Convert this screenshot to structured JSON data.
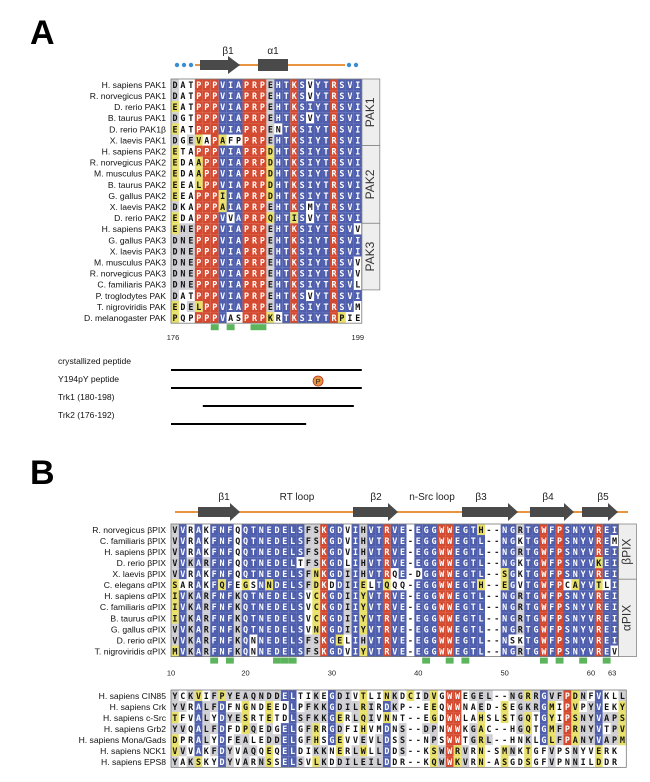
{
  "colors": {
    "blue": "#4f5fae",
    "red": "#d44a30",
    "yellow": "#e8e06a",
    "white": "#ffffff",
    "gray": "#cfcfd4",
    "green": "#5cb55c",
    "orange": "#e89440",
    "ss_dark": "#4a4a4a",
    "dots": "#3b8fd0"
  },
  "panel_a": {
    "label": "A",
    "ss": {
      "beta1": "β1",
      "alpha1": "α1"
    },
    "rows": [
      {
        "name": "H. sapiens PAK1",
        "seq": "DATPPPVIAPRPEHTKSVYTRSVI"
      },
      {
        "name": "R. norvegicus PAK1",
        "seq": "DATPPPVIAPRPEHTKSVYTRSVI"
      },
      {
        "name": "D. rerio PAK1",
        "seq": "EATPPPVIAPRPEHTKSIYTRSVI"
      },
      {
        "name": "B. taurus PAK1",
        "seq": "DGTPPPVIAPRPEHTKSVYTRSVI"
      },
      {
        "name": "D. rerio PAK1β",
        "seq": "EATPPPVIAPRPENTKSIYTRSVI"
      },
      {
        "name": "X. laevis PAK1",
        "seq": "DGEVAPAFPPRPEHTKSIYTRSVI"
      },
      {
        "name": "H. sapiens PAK2",
        "seq": "ETAPPPVIAPRPDHTKSIYTRSVI"
      },
      {
        "name": "R. norvegicus PAK2",
        "seq": "EDAAPPVIAPRPDHTKSIYTRSVI"
      },
      {
        "name": "M. musculus PAK2",
        "seq": "EDAAPPVIAPRPDHTKSIYTRSVI"
      },
      {
        "name": "B. taurus PAK2",
        "seq": "EEALPPVIAPRPDHTKSIYTRSVI"
      },
      {
        "name": "G. gallus PAK2",
        "seq": "EEAPPPIIAPRPDHTKSIYTRSVI"
      },
      {
        "name": "X. laevis PAK2",
        "seq": "DKAPPPAIAPRPEHTKSMYTRSVI"
      },
      {
        "name": "D. rerio PAK2",
        "seq": "EDAPPPVVAPRPQHTISVYTRSVI"
      },
      {
        "name": "H. sapiens PAK3",
        "seq": "ENEPPPVIAPRPEHTKSIYTRSVV"
      },
      {
        "name": "G. gallus PAK3",
        "seq": "DNEPPPVIAPRPEHTKSIYTRSVI"
      },
      {
        "name": "X. laevis PAK3",
        "seq": "DNEPPPVIAPRPEHTKSIYTRSVI"
      },
      {
        "name": "M. musculus PAK3",
        "seq": "DNEPPPVIAPRPEHTKSIYTRSVV"
      },
      {
        "name": "R. norvegicus PAK3",
        "seq": "DNEPPPVIAPRPEHTKSIYTRSVV"
      },
      {
        "name": "C. familiaris PAK3",
        "seq": "DNEPPPVIAPRPEHTKSIYTRSVL"
      },
      {
        "name": "P. troglodytes PAK",
        "seq": "DATPPPVIAPRPEHTKSVYTRSVI"
      },
      {
        "name": "T. nigroviridis PAK",
        "seq": "EDELPPVIAPRPEHTKSIYTRSVM"
      },
      {
        "name": "D. melanogaster PAK",
        "seq": "PQPPPPVASPRPKRTKSIYTRPIE"
      }
    ],
    "groups": [
      "PAK1",
      "PAK2",
      "PAK3"
    ],
    "ticks": [
      "176",
      "199"
    ],
    "peptides": [
      {
        "label": "crystallized peptide",
        "marker": ""
      },
      {
        "label": "Y194pY peptide",
        "marker": "P"
      },
      {
        "label": "Trk1 (180-198)",
        "marker": ""
      },
      {
        "label": "Trk2 (176-192)",
        "marker": ""
      }
    ]
  },
  "panel_b": {
    "label": "B",
    "ss": {
      "beta1": "β1",
      "rt_loop": "RT loop",
      "beta2": "β2",
      "nsrc_loop": "n-Src loop",
      "beta3": "β3",
      "beta4": "β4",
      "beta5": "β5"
    },
    "rows": [
      {
        "name": "R. norvegicus βPIX",
        "seq": "VVRAKFNFQQTNEDELSFSKGDVIHVTRVE-EGGWWEGTH--NGRTGWFPSNYVREI"
      },
      {
        "name": "C. familiaris βPIX",
        "seq": "VVRAKFNFQQTNEDELSFSKGDVIHVTRVE-EGGWWEGTL--NGKTGWFPSNYVREM"
      },
      {
        "name": "H. sapiens βPIX",
        "seq": "VVRAKFNFQQTNEDELSFSKGDVIHVTRVE-EGGWWEGTL--NGRTGWFPSNYVREI"
      },
      {
        "name": "D. rerio βPIX",
        "seq": "VVKARFNFQQTNEDELTFSKGDLIHVTRVE-EGGWWEGTL--NGKTGWFPSNYVKEI"
      },
      {
        "name": "X. laevis βPIX",
        "seq": "VVRAKFNFQQTNEDELSFNKGDIIHVTRQE-DGGWWEGTL--SGKTGWFPSNYVREI"
      },
      {
        "name": "C. elegans αPIX",
        "seq": "SARAKFQFEGSNNDELSFDKDDIIELTQQQ-EGGWWEGTH--EGVTGWFPCAYVTLI"
      },
      {
        "name": "H. sapiens αPIX",
        "seq": "IVKARFNFKQTNEDELSVCKGDIIYVTRVE-EGGWWEGTL--NGRTGWFPSNYVREI"
      },
      {
        "name": "C. familiaris αPIX",
        "seq": "IVKARFNFKQTNEDELSVCKGDIIYVTRVE-EGGWWEGTL--NGRTGWFPSNYVREI"
      },
      {
        "name": "B. taurus αPIX",
        "seq": "IVKARFNFKQTNEDELSVCKGDIIYVTRVE-EGGWWEGTL--NGRTGWFPSNYVREI"
      },
      {
        "name": "G. gallus αPIX",
        "seq": "VVKARFNFKQTNEDELSVNKGDIIYVTRVE-EGGWWEGTL--NGRTGWFPSNYVREI"
      },
      {
        "name": "D. rerio αPIX",
        "seq": "VVKARFNFKQNNEDELSFSKGELIHVTRVE-EGGWWEGTL--NSKTGWFPSNYVREI"
      },
      {
        "name": "T. nigroviridis αPIX",
        "seq": "MVKARFNFKQNNEDELSFSKGDVIYVTRVE-EGGWWEGTL--NGRTGWFPSNYVREV"
      }
    ],
    "groups": [
      "βPIX",
      "αPIX"
    ],
    "ticks": [
      "10",
      "20",
      "30",
      "40",
      "50",
      "60",
      "63"
    ],
    "other_rows": [
      {
        "name": "H. sapiens CIN85",
        "seq": "YCKVIFPYEAQNDDELTIKEGDIVTLINKDCIDVGWWEGEL--NGRRGVFPDNFVKLL"
      },
      {
        "name": "H. sapiens Crk",
        "seq": "YVRALFDFNGNDEEDLPFKKGDILRIRDKP--EEQWWNAED-SEGKRGMIPVPYVEKY"
      },
      {
        "name": "H. sapiens c-Src",
        "seq": "TFVALYDYESRTETDLSFKKGERLQIVNNT--EGDWWLAHSLSTGQTGYIPSNYVAPS"
      },
      {
        "name": "H. sapiens Grb2",
        "seq": "YVQALFDFDPQEDGELGFRRGDFIHVMDNS--DPNWWKGAC--HGQTGMFPRNYVTPV"
      },
      {
        "name": "H. sapiens Mona/Gads",
        "seq": "DPRALYDFEALEDDELGFHSGEVVEVLDSS--NPSWWTGRL--HNKLGLFPANYVAPM"
      },
      {
        "name": "H. sapiens NCK1",
        "seq": "VVVAKFDYVAQQEQELDIKKNERLWLLDDS--KSWWRVRN-SMNKTGFVPSNYVERK"
      },
      {
        "name": "H. sapiens EPS8",
        "seq": "YAKSKYDYVARNSSELSVLKDDILEILDDR--KQWWKVRN-ASGDSGFVPNNILDDR"
      }
    ]
  }
}
